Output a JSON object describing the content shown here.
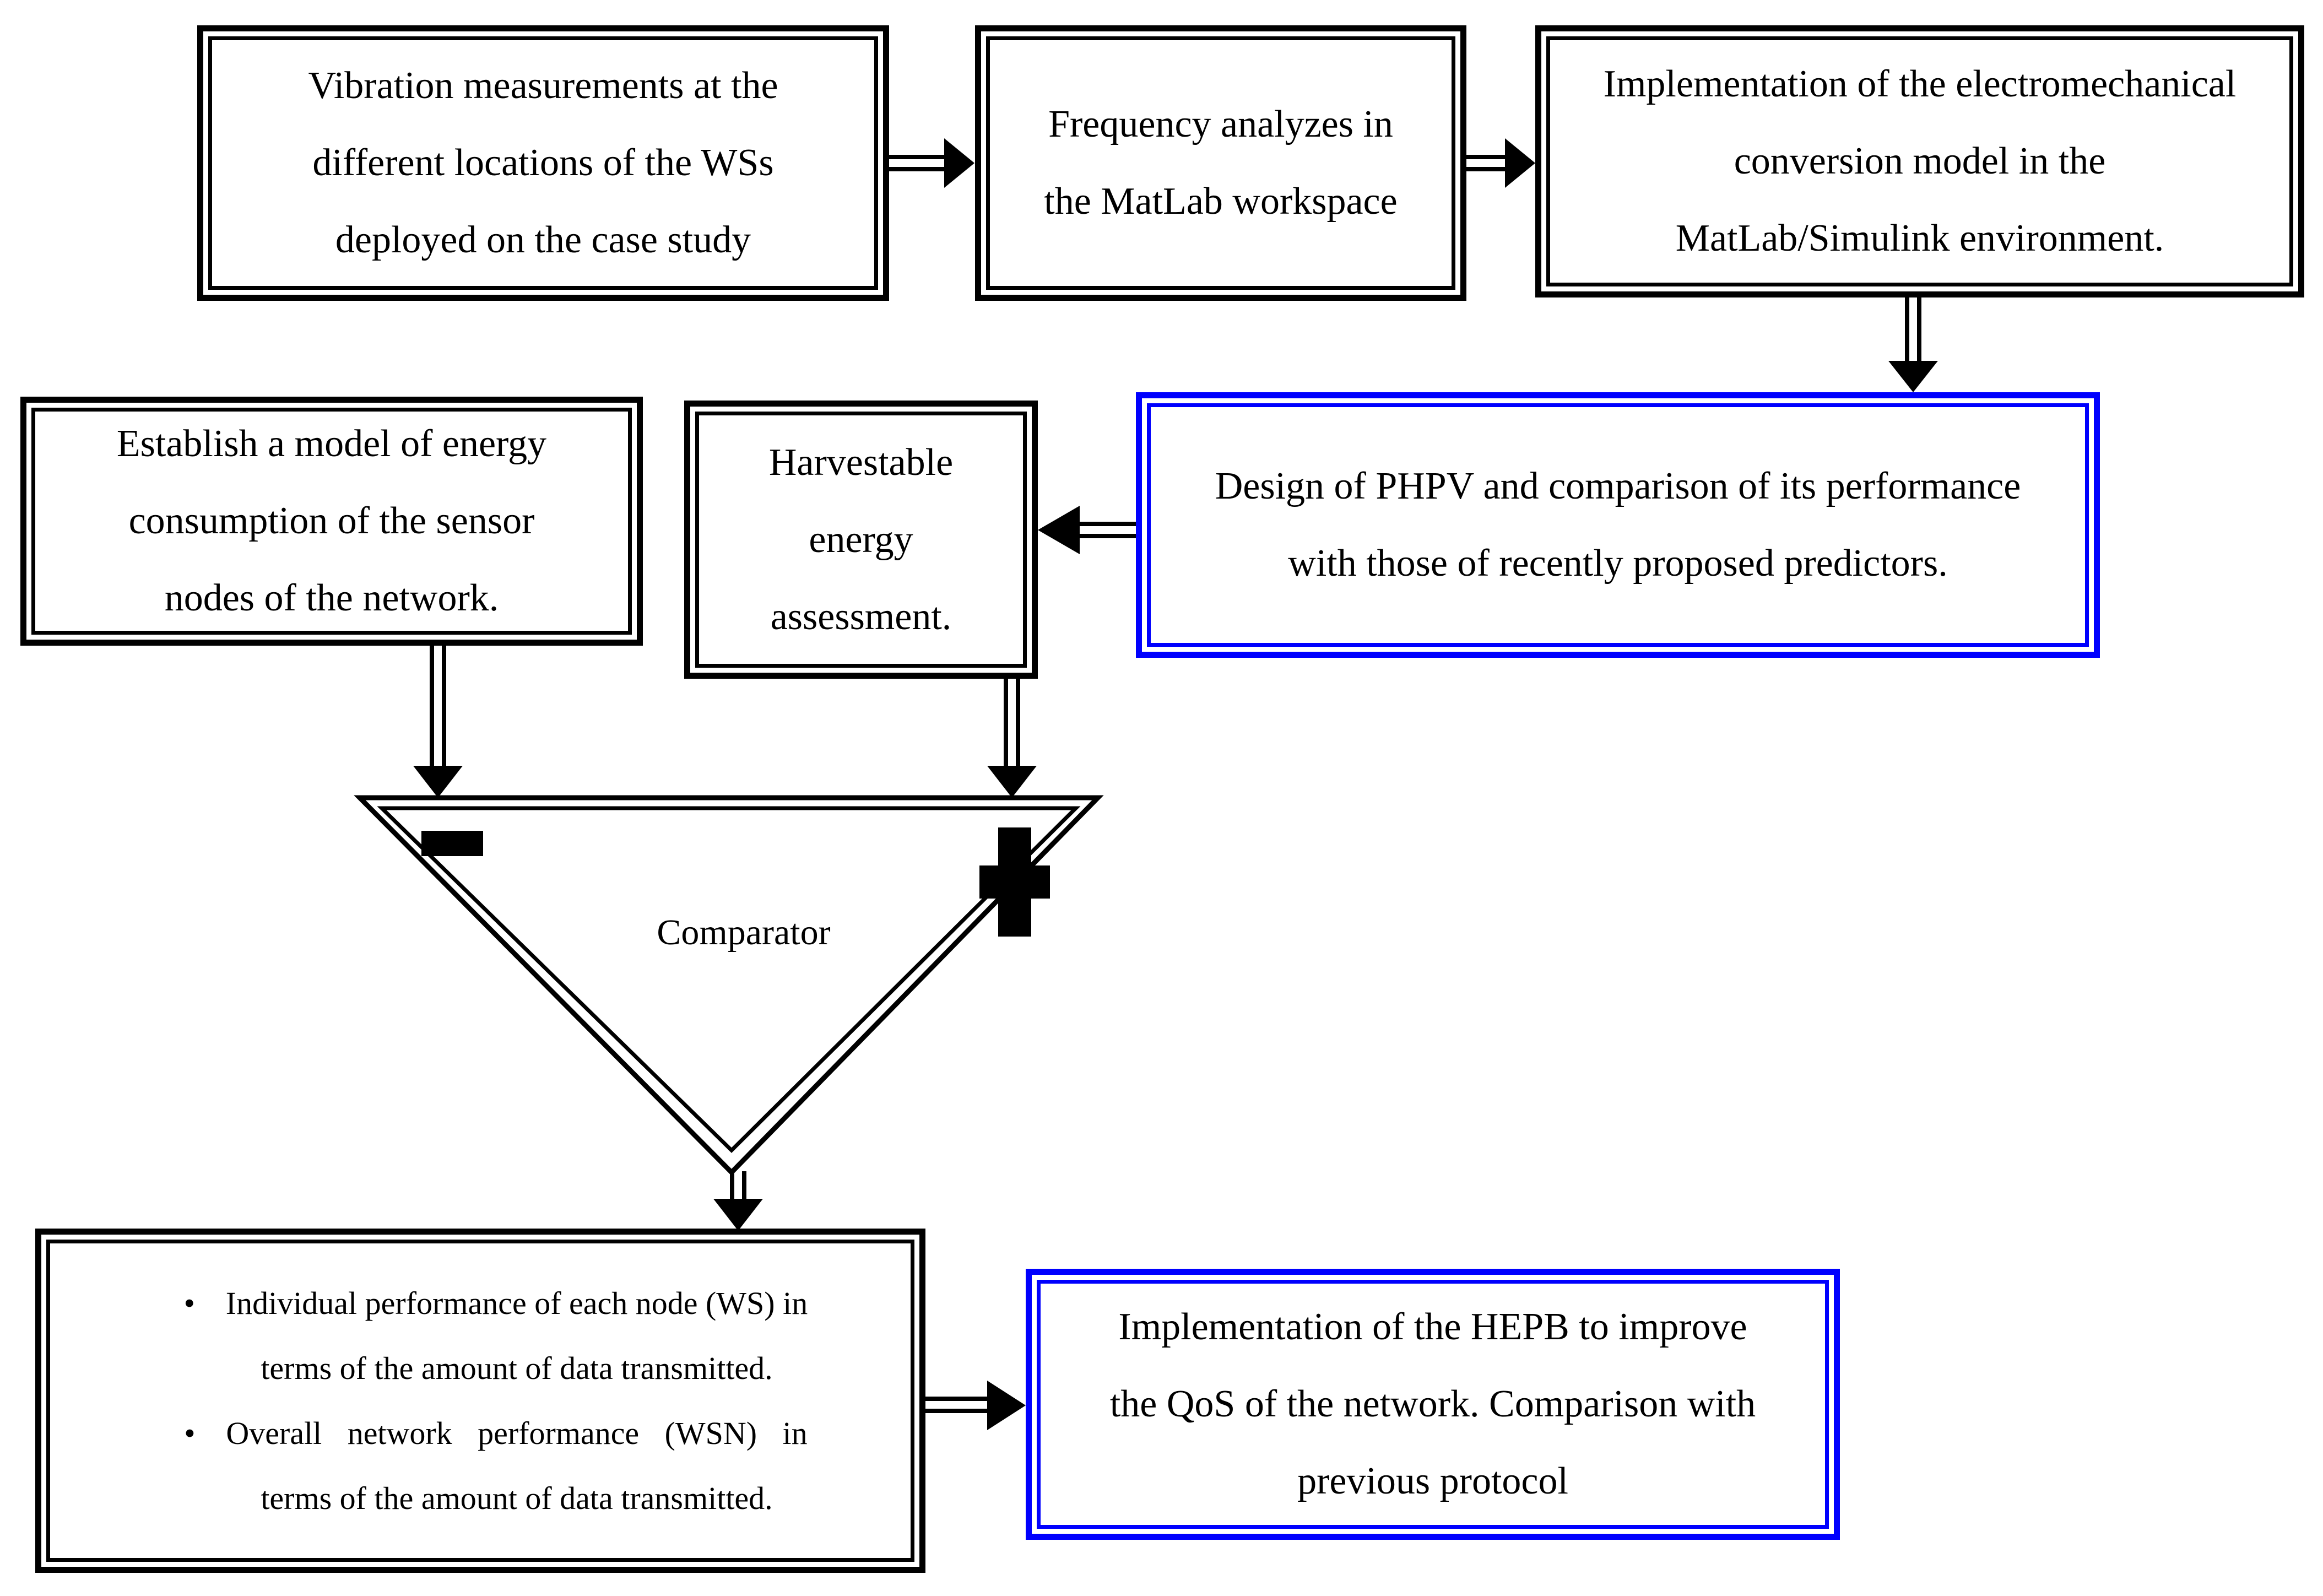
{
  "diagram": {
    "title": "Workflow flowchart",
    "colors": {
      "background": "#ffffff",
      "node_border": "#000000",
      "highlight_border": "#0000fe",
      "text": "#000000"
    },
    "boxes": {
      "vibration": {
        "lines": [
          "Vibration measurements at the",
          "different locations of the WSs",
          "deployed on the case study"
        ]
      },
      "frequency": {
        "lines": [
          "Frequency analyzes in",
          "the MatLab workspace"
        ]
      },
      "implementation": {
        "lines": [
          "Implementation of the electromechanical",
          "conversion model in the",
          "MatLab/Simulink environment."
        ]
      },
      "design": {
        "lines": [
          "Design of PHPV and comparison of its performance",
          "with those of recently proposed predictors."
        ]
      },
      "establish": {
        "lines": [
          "Establish a model of energy",
          "consumption of the sensor",
          "nodes of the network."
        ]
      },
      "harvestable": {
        "lines": [
          "Harvestable",
          "energy",
          "assessment."
        ]
      },
      "hepb": {
        "lines": [
          "Implementation of the HEPB to improve",
          "the QoS of the network. Comparison with",
          "previous protocol"
        ]
      }
    },
    "comparator": {
      "label": "Comparator",
      "minus_sign": "−",
      "plus_sign": "+"
    },
    "results": {
      "bullet_glyph": "•",
      "bullets": [
        {
          "lines": [
            "Individual performance of each node (WS) in",
            "terms of the amount of data transmitted."
          ]
        },
        {
          "lines": [
            "Overall network performance (WSN) in",
            "terms of the amount of data transmitted."
          ]
        }
      ]
    }
  }
}
